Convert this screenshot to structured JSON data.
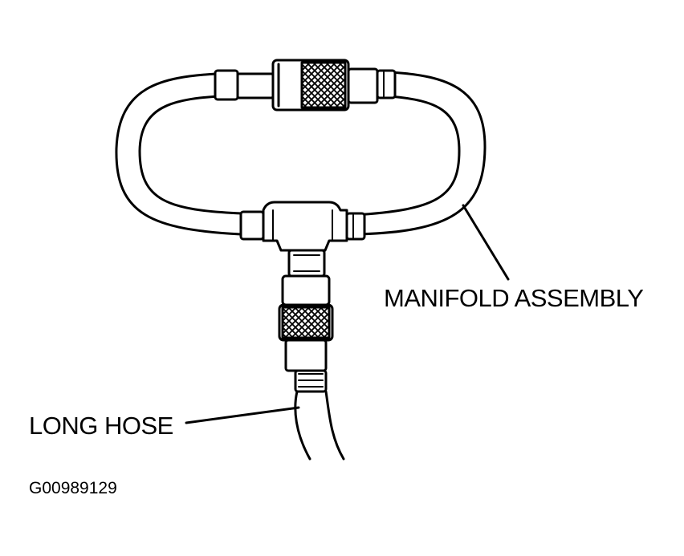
{
  "labels": {
    "manifold": "MANIFOLD ASSEMBLY",
    "long_hose": "LONG HOSE",
    "figure_id": "G00989129"
  },
  "colors": {
    "ink": "#000000",
    "paper": "#ffffff"
  }
}
